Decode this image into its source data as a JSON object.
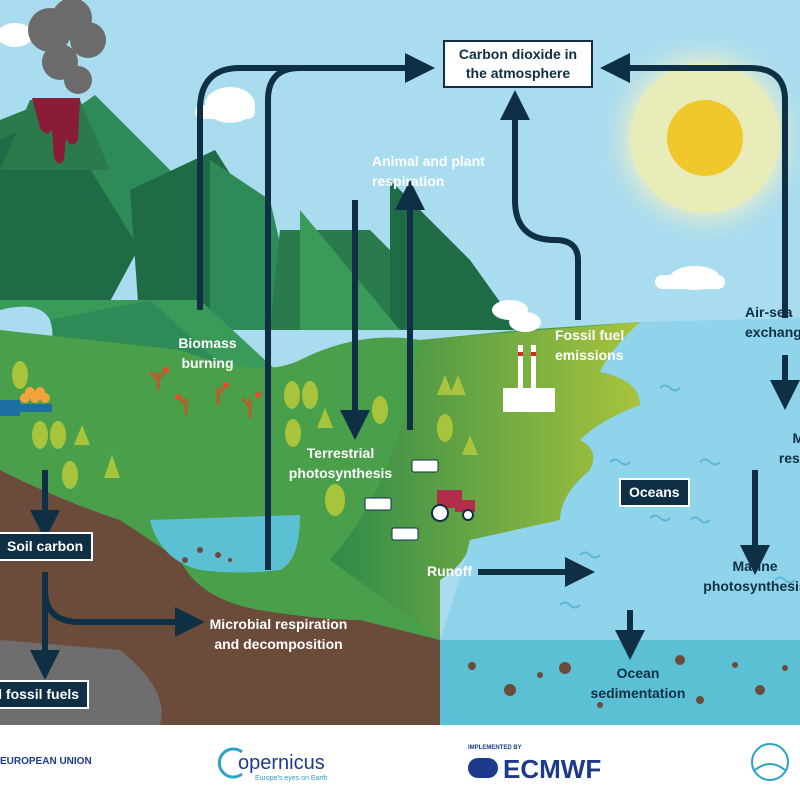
{
  "labels": {
    "co2_atmosphere": "Carbon dioxide in the atmosphere",
    "animal_plant_respiration": "Animal and plant respiration",
    "biomass_burning": "Biomass burning",
    "fossil_fuel_emissions": "Fossil fuel emissions",
    "air_sea_exchange": "Air-sea exchange",
    "terrestrial_photosynthesis": "Terrestrial photosynthesis",
    "oceans": "Oceans",
    "soil_carbon": "Soil carbon",
    "runoff": "Runoff",
    "marine_respiration": "Marine respiration",
    "marine_photosynthesis": "Marine photosynthesis",
    "microbial_respiration": "Microbial respiration and decomposition",
    "ocean_sedimentation": "Ocean sedimentation",
    "fossils_fossil_fuels": "Fossils and fossil fuels"
  },
  "footer": {
    "eu": "EUROPEAN UNION",
    "copernicus": "opernicus",
    "copernicus_tagline": "Europe's eyes on Earth",
    "implemented_by": "IMPLEMENTED BY",
    "ecmwf": "ECMWF"
  },
  "colors": {
    "sky": "#a9dcef",
    "mountain_dark": "#1f6b45",
    "mountain_light": "#2e8b57",
    "land": "#4aa04a",
    "soil": "#6b4c3b",
    "ocean": "#8fd4ea",
    "sun": "#f1c82b",
    "navy": "#0f2f45"
  }
}
